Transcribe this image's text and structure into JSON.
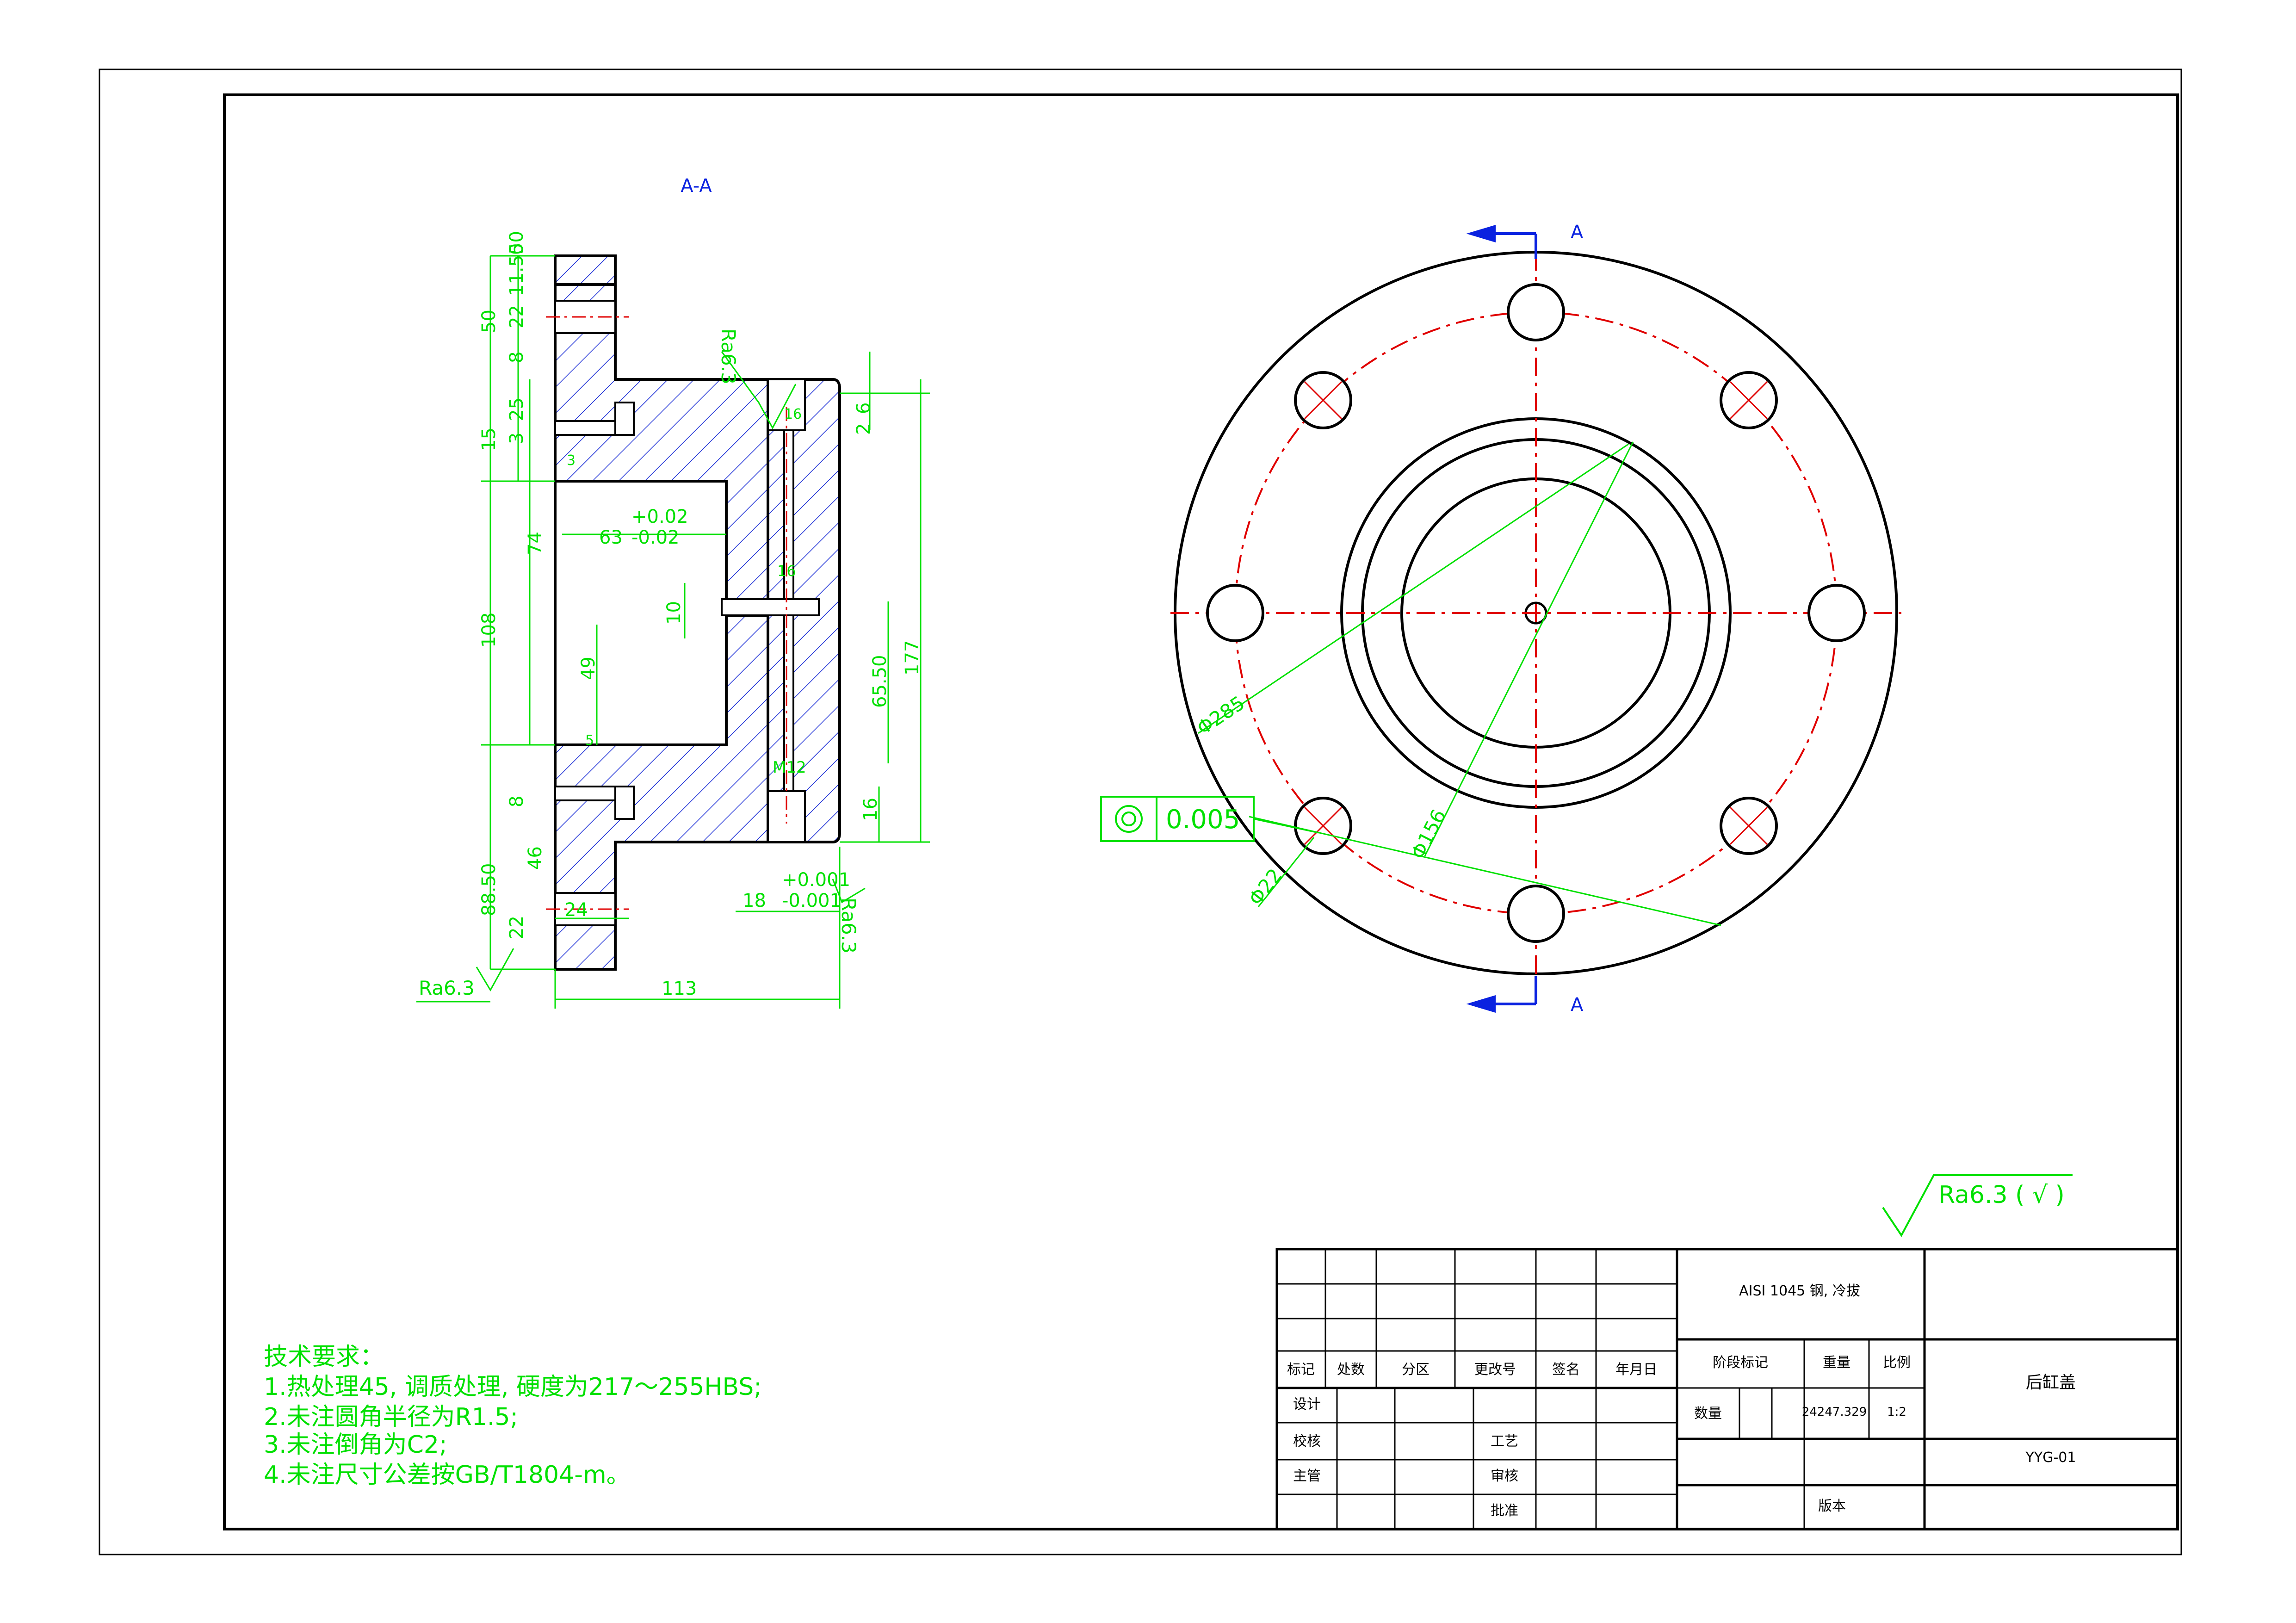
{
  "colors": {
    "outline": "#000000",
    "hatch": "#1c2fd6",
    "dimension": "#00e000",
    "centerline": "#e00000",
    "section_mark": "#0a22e0",
    "background": "#ffffff"
  },
  "section": {
    "title": "A-A",
    "cut_label_top": "A",
    "cut_label_bottom": "A"
  },
  "section_view_dims": {
    "d50_top": "50",
    "d11_50": "11.50",
    "d22": "22",
    "d8": "8",
    "d50_left": "50",
    "d25": "25",
    "d15": "15",
    "d3": "3",
    "d74": "74",
    "d108": "108",
    "d8_lower": "8",
    "d46": "46",
    "d88_50": "88.50",
    "d22_lower": "22",
    "d24": "24",
    "d113": "113",
    "d63": "63",
    "tol_63_upper": "+0.02",
    "tol_63_lower": "-0.02",
    "d10": "10",
    "d49": "49",
    "d65_50": "65.50",
    "d177": "177",
    "d2": "2",
    "d6": "6",
    "d16": "16",
    "d18": "18",
    "tol_18_upper": "+0.001",
    "tol_18_lower": "-0.001",
    "m12": "M12",
    "d16_small": "16",
    "ra_left": "Ra6.3",
    "ra_top": "Ra6.3",
    "ra_right": "Ra6.3",
    "small_label_3": "3",
    "small_label_16": "16",
    "small_label_5": "5"
  },
  "plan_view_dims": {
    "d285": "285",
    "d156": "156",
    "d22": "22",
    "tolerance_value": "0.005"
  },
  "surface_finish": "Ra6.3 ( √ )",
  "tech_requirements": {
    "title": "技术要求：",
    "items": [
      "1.热处理45, 调质处理, 硬度为217～255HBS;",
      "2.未注圆角半径为R1.5;",
      "3.未注倒角为C2;",
      "4.未注尺寸公差按GB/T1804-m。"
    ]
  },
  "title_block": {
    "material": "AISI 1045 钢, 冷拔",
    "part_name": "后缸盖",
    "drawing_no": "YYG-01",
    "headers": {
      "mark": "标记",
      "count": "处数",
      "zone": "分区",
      "change_no": "更改号",
      "signature": "签名",
      "date": "年月日",
      "stage_mark": "阶段标记",
      "weight": "重量",
      "scale": "比例",
      "quantity": "数量",
      "version": "版本",
      "design": "设计",
      "check": "校核",
      "supervisor": "主管",
      "process": "工艺",
      "review": "审核",
      "approve": "批准"
    },
    "weight_value": "24247.329",
    "scale_value": "1:2"
  }
}
